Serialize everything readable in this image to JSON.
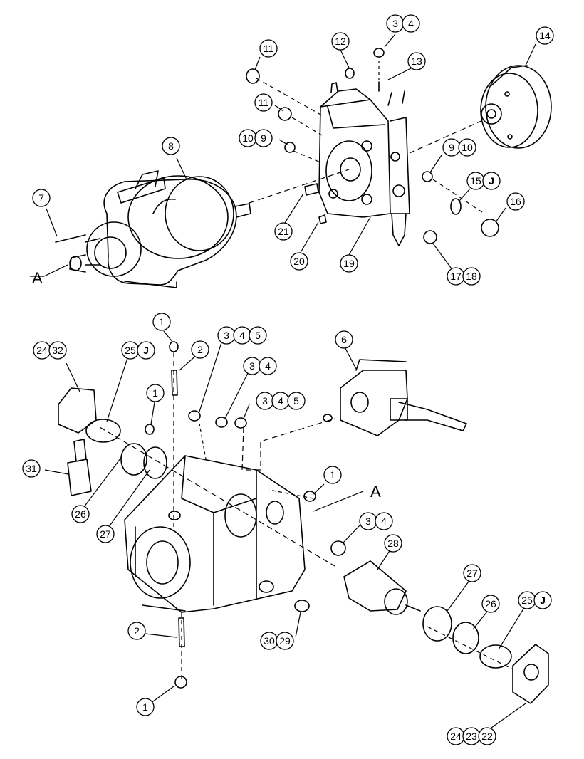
{
  "diagram": {
    "title": "",
    "section_marker": "A",
    "callouts_top": [
      {
        "id": "c34t",
        "nums": [
          "3",
          "4"
        ]
      },
      {
        "id": "c12",
        "nums": [
          "12"
        ]
      },
      {
        "id": "c13",
        "nums": [
          "13"
        ]
      },
      {
        "id": "c14",
        "nums": [
          "14"
        ]
      },
      {
        "id": "c11a",
        "nums": [
          "11"
        ]
      },
      {
        "id": "c11b",
        "nums": [
          "11"
        ]
      },
      {
        "id": "c10_9",
        "nums": [
          "10",
          "9"
        ]
      },
      {
        "id": "c8",
        "nums": [
          "8"
        ]
      },
      {
        "id": "c9_10",
        "nums": [
          "9",
          "10"
        ]
      },
      {
        "id": "c15J",
        "nums": [
          "15"
        ],
        "flag": "J"
      },
      {
        "id": "c16",
        "nums": [
          "16"
        ]
      },
      {
        "id": "c7",
        "nums": [
          "7"
        ]
      },
      {
        "id": "c21",
        "nums": [
          "21"
        ]
      },
      {
        "id": "c20",
        "nums": [
          "20"
        ]
      },
      {
        "id": "c19",
        "nums": [
          "19"
        ]
      },
      {
        "id": "c17_18",
        "nums": [
          "17",
          "18"
        ]
      }
    ],
    "callouts_bottom": [
      {
        "id": "c1a",
        "nums": [
          "1"
        ]
      },
      {
        "id": "c2a",
        "nums": [
          "2"
        ]
      },
      {
        "id": "c345a",
        "nums": [
          "3",
          "4",
          "5"
        ]
      },
      {
        "id": "c6",
        "nums": [
          "6"
        ]
      },
      {
        "id": "c24_32",
        "nums": [
          "24",
          "32"
        ]
      },
      {
        "id": "c25Ja",
        "nums": [
          "25"
        ],
        "flag": "J"
      },
      {
        "id": "c34b",
        "nums": [
          "3",
          "4"
        ]
      },
      {
        "id": "c1b",
        "nums": [
          "1"
        ]
      },
      {
        "id": "c345b",
        "nums": [
          "3",
          "4",
          "5"
        ]
      },
      {
        "id": "c31",
        "nums": [
          "31"
        ]
      },
      {
        "id": "c1c",
        "nums": [
          "1"
        ]
      },
      {
        "id": "c26a",
        "nums": [
          "26"
        ]
      },
      {
        "id": "c27a",
        "nums": [
          "27"
        ]
      },
      {
        "id": "c34c",
        "nums": [
          "3",
          "4"
        ]
      },
      {
        "id": "c28",
        "nums": [
          "28"
        ]
      },
      {
        "id": "c27b",
        "nums": [
          "27"
        ]
      },
      {
        "id": "c26b",
        "nums": [
          "26"
        ]
      },
      {
        "id": "c25Jb",
        "nums": [
          "25"
        ],
        "flag": "J"
      },
      {
        "id": "c2b",
        "nums": [
          "2"
        ]
      },
      {
        "id": "c30_29",
        "nums": [
          "30",
          "29"
        ]
      },
      {
        "id": "c1d",
        "nums": [
          "1"
        ]
      },
      {
        "id": "c24_23_22",
        "nums": [
          "24",
          "23",
          "22"
        ]
      }
    ]
  }
}
